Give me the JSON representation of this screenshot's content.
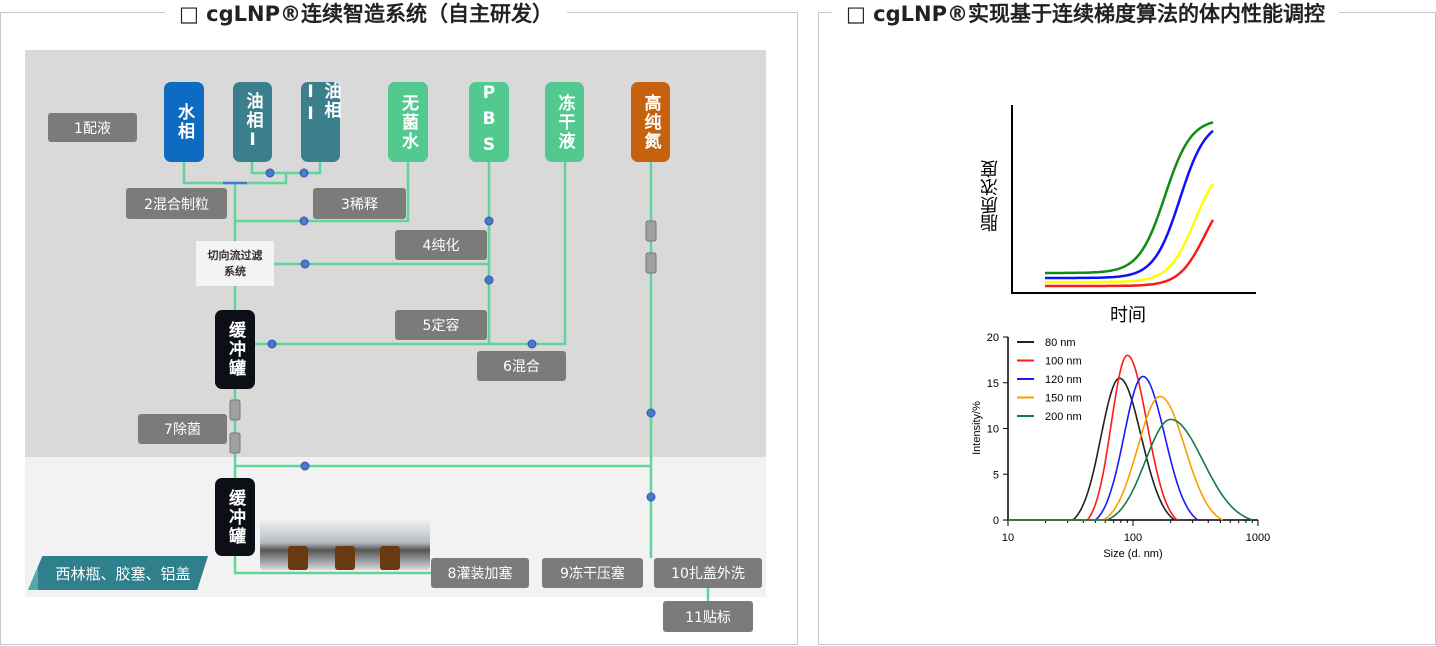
{
  "left_panel": {
    "title": "□ cgLNP®连续智造系统（自主研发）",
    "sources": [
      {
        "label": "水相",
        "color": "#0d6cc2"
      },
      {
        "label": "油相I",
        "color": "#3a7f8b"
      },
      {
        "label": "油相II",
        "color": "#3a7f8b"
      },
      {
        "label": "无菌水",
        "color": "#52c98f"
      },
      {
        "label": "PBS",
        "color": "#52c98f"
      },
      {
        "label": "冻干液",
        "color": "#52c98f"
      },
      {
        "label": "高纯氮",
        "color": "#c6610d"
      }
    ],
    "steps": [
      "1配液",
      "2混合制粒",
      "3稀释",
      "4纯化",
      "5定容",
      "6混合",
      "7除菌",
      "8灌装加塞",
      "9冻干压塞",
      "10扎盖外洗",
      "11贴标"
    ],
    "filtration": "切向流过滤系统",
    "buffer_tank": "缓冲罐",
    "materials": "西林瓶、胶塞、铝盖",
    "line_color": "#5fd49b",
    "node_color": "#4a78cf"
  },
  "right_panel": {
    "title": "□ cgLNP®实现基于连续梯度算法的体内性能调控",
    "top_chart": {
      "xlabel": "时间",
      "ylabel": "脂质浓度",
      "colors": [
        "#138a13",
        "#1010ff",
        "#ffff00",
        "#ff1a1a"
      ]
    }
  },
  "chart_data": {
    "type": "line",
    "xlabel": "Size (d. nm)",
    "ylabel": "Intensity/%",
    "xscale": "log",
    "xlim": [
      10,
      1000
    ],
    "ylim": [
      0,
      20
    ],
    "xticks": [
      "10",
      "100",
      "1000"
    ],
    "yticks": [
      "0",
      "5",
      "10",
      "15",
      "20"
    ],
    "legend": "top-left",
    "series": [
      {
        "name": "80 nm",
        "color": "#222222",
        "peak_size": 78,
        "peak_intensity": 15.5,
        "range": [
          33,
          215
        ]
      },
      {
        "name": "100 nm",
        "color": "#ff1a1a",
        "peak_size": 90,
        "peak_intensity": 18,
        "range": [
          43,
          225
        ]
      },
      {
        "name": "120 nm",
        "color": "#1a1aff",
        "peak_size": 120,
        "peak_intensity": 15.7,
        "range": [
          50,
          330
        ]
      },
      {
        "name": "150 nm",
        "color": "#f5a000",
        "peak_size": 165,
        "peak_intensity": 13.5,
        "range": [
          58,
          520
        ]
      },
      {
        "name": "200 nm",
        "color": "#137a45",
        "peak_size": 200,
        "peak_intensity": 11,
        "range": [
          62,
          900
        ]
      }
    ]
  }
}
